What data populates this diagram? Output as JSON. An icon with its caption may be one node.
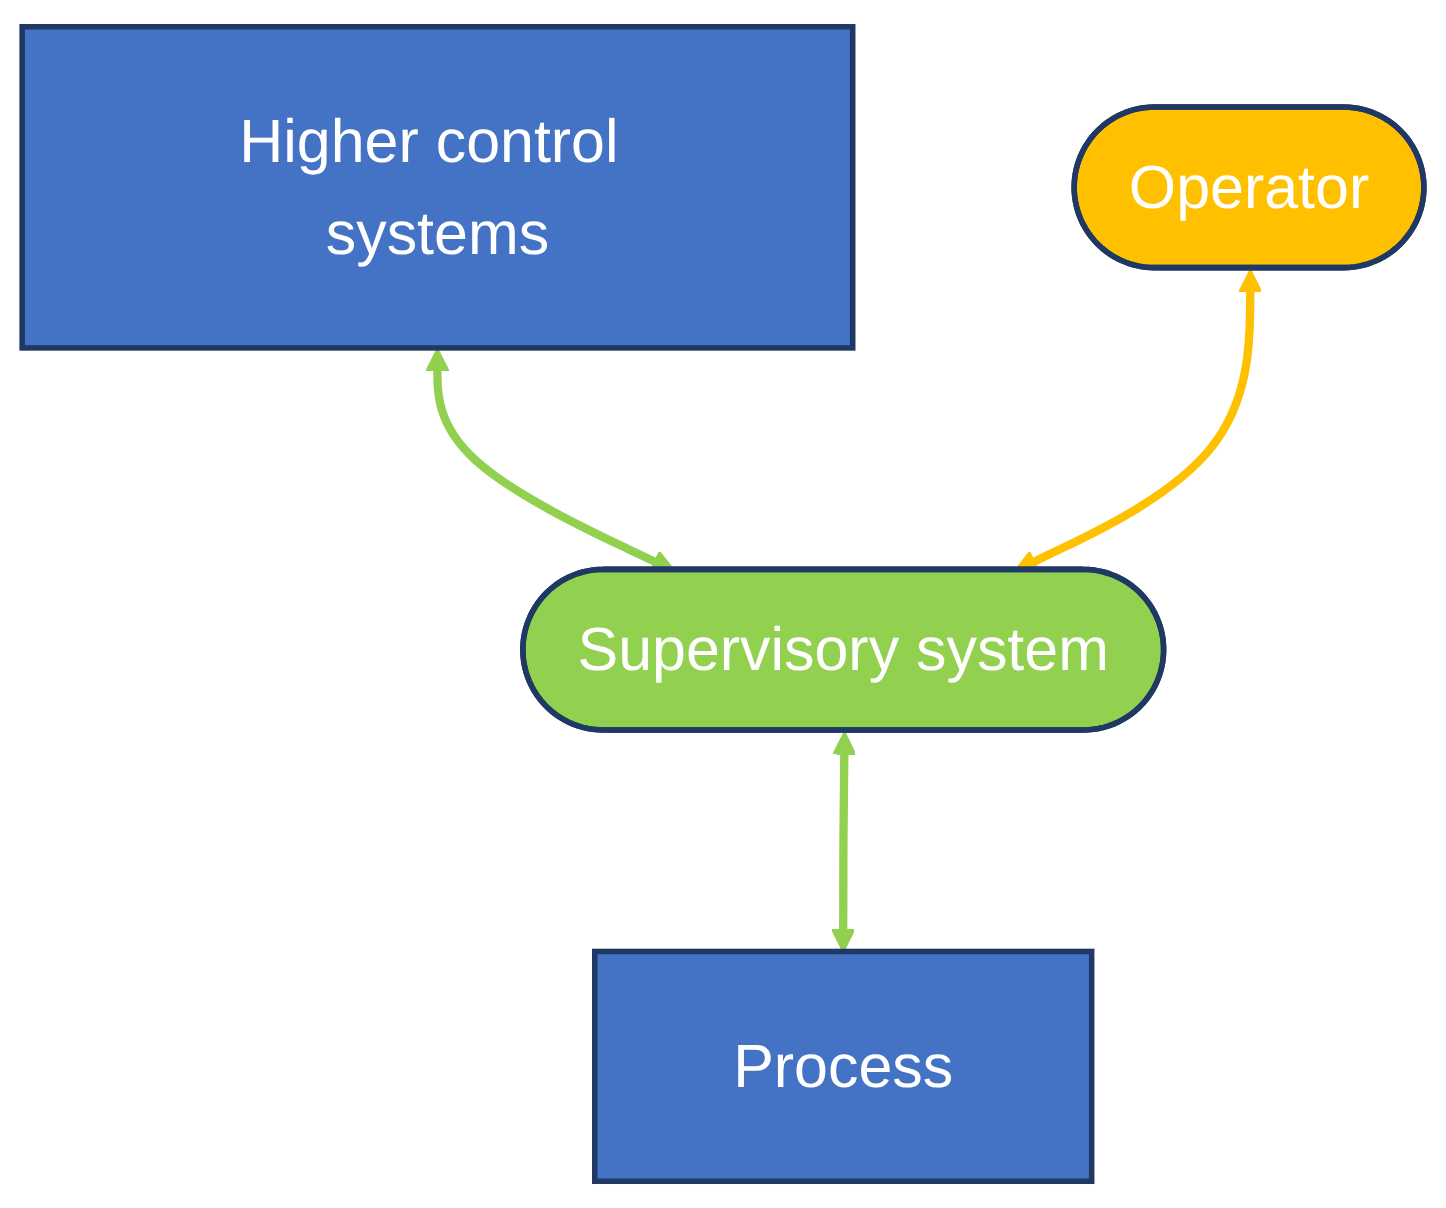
{
  "diagram": {
    "nodes": [
      {
        "text": [
          "Higher control systems"
        ]
      },
      {
        "text": [
          "Operator"
        ]
      },
      {
        "text": [
          "Supervisory system"
        ]
      },
      {
        "text": [
          "Process"
        ]
      }
    ],
    "edges": [
      {
        "from": 0,
        "to": 2,
        "arrow": "both"
      },
      {
        "from": 1,
        "to": 2,
        "arrow": "both",
        "color": "#ffc000"
      },
      {
        "from": 2,
        "to": 3,
        "arrow": "both"
      }
    ]
  }
}
